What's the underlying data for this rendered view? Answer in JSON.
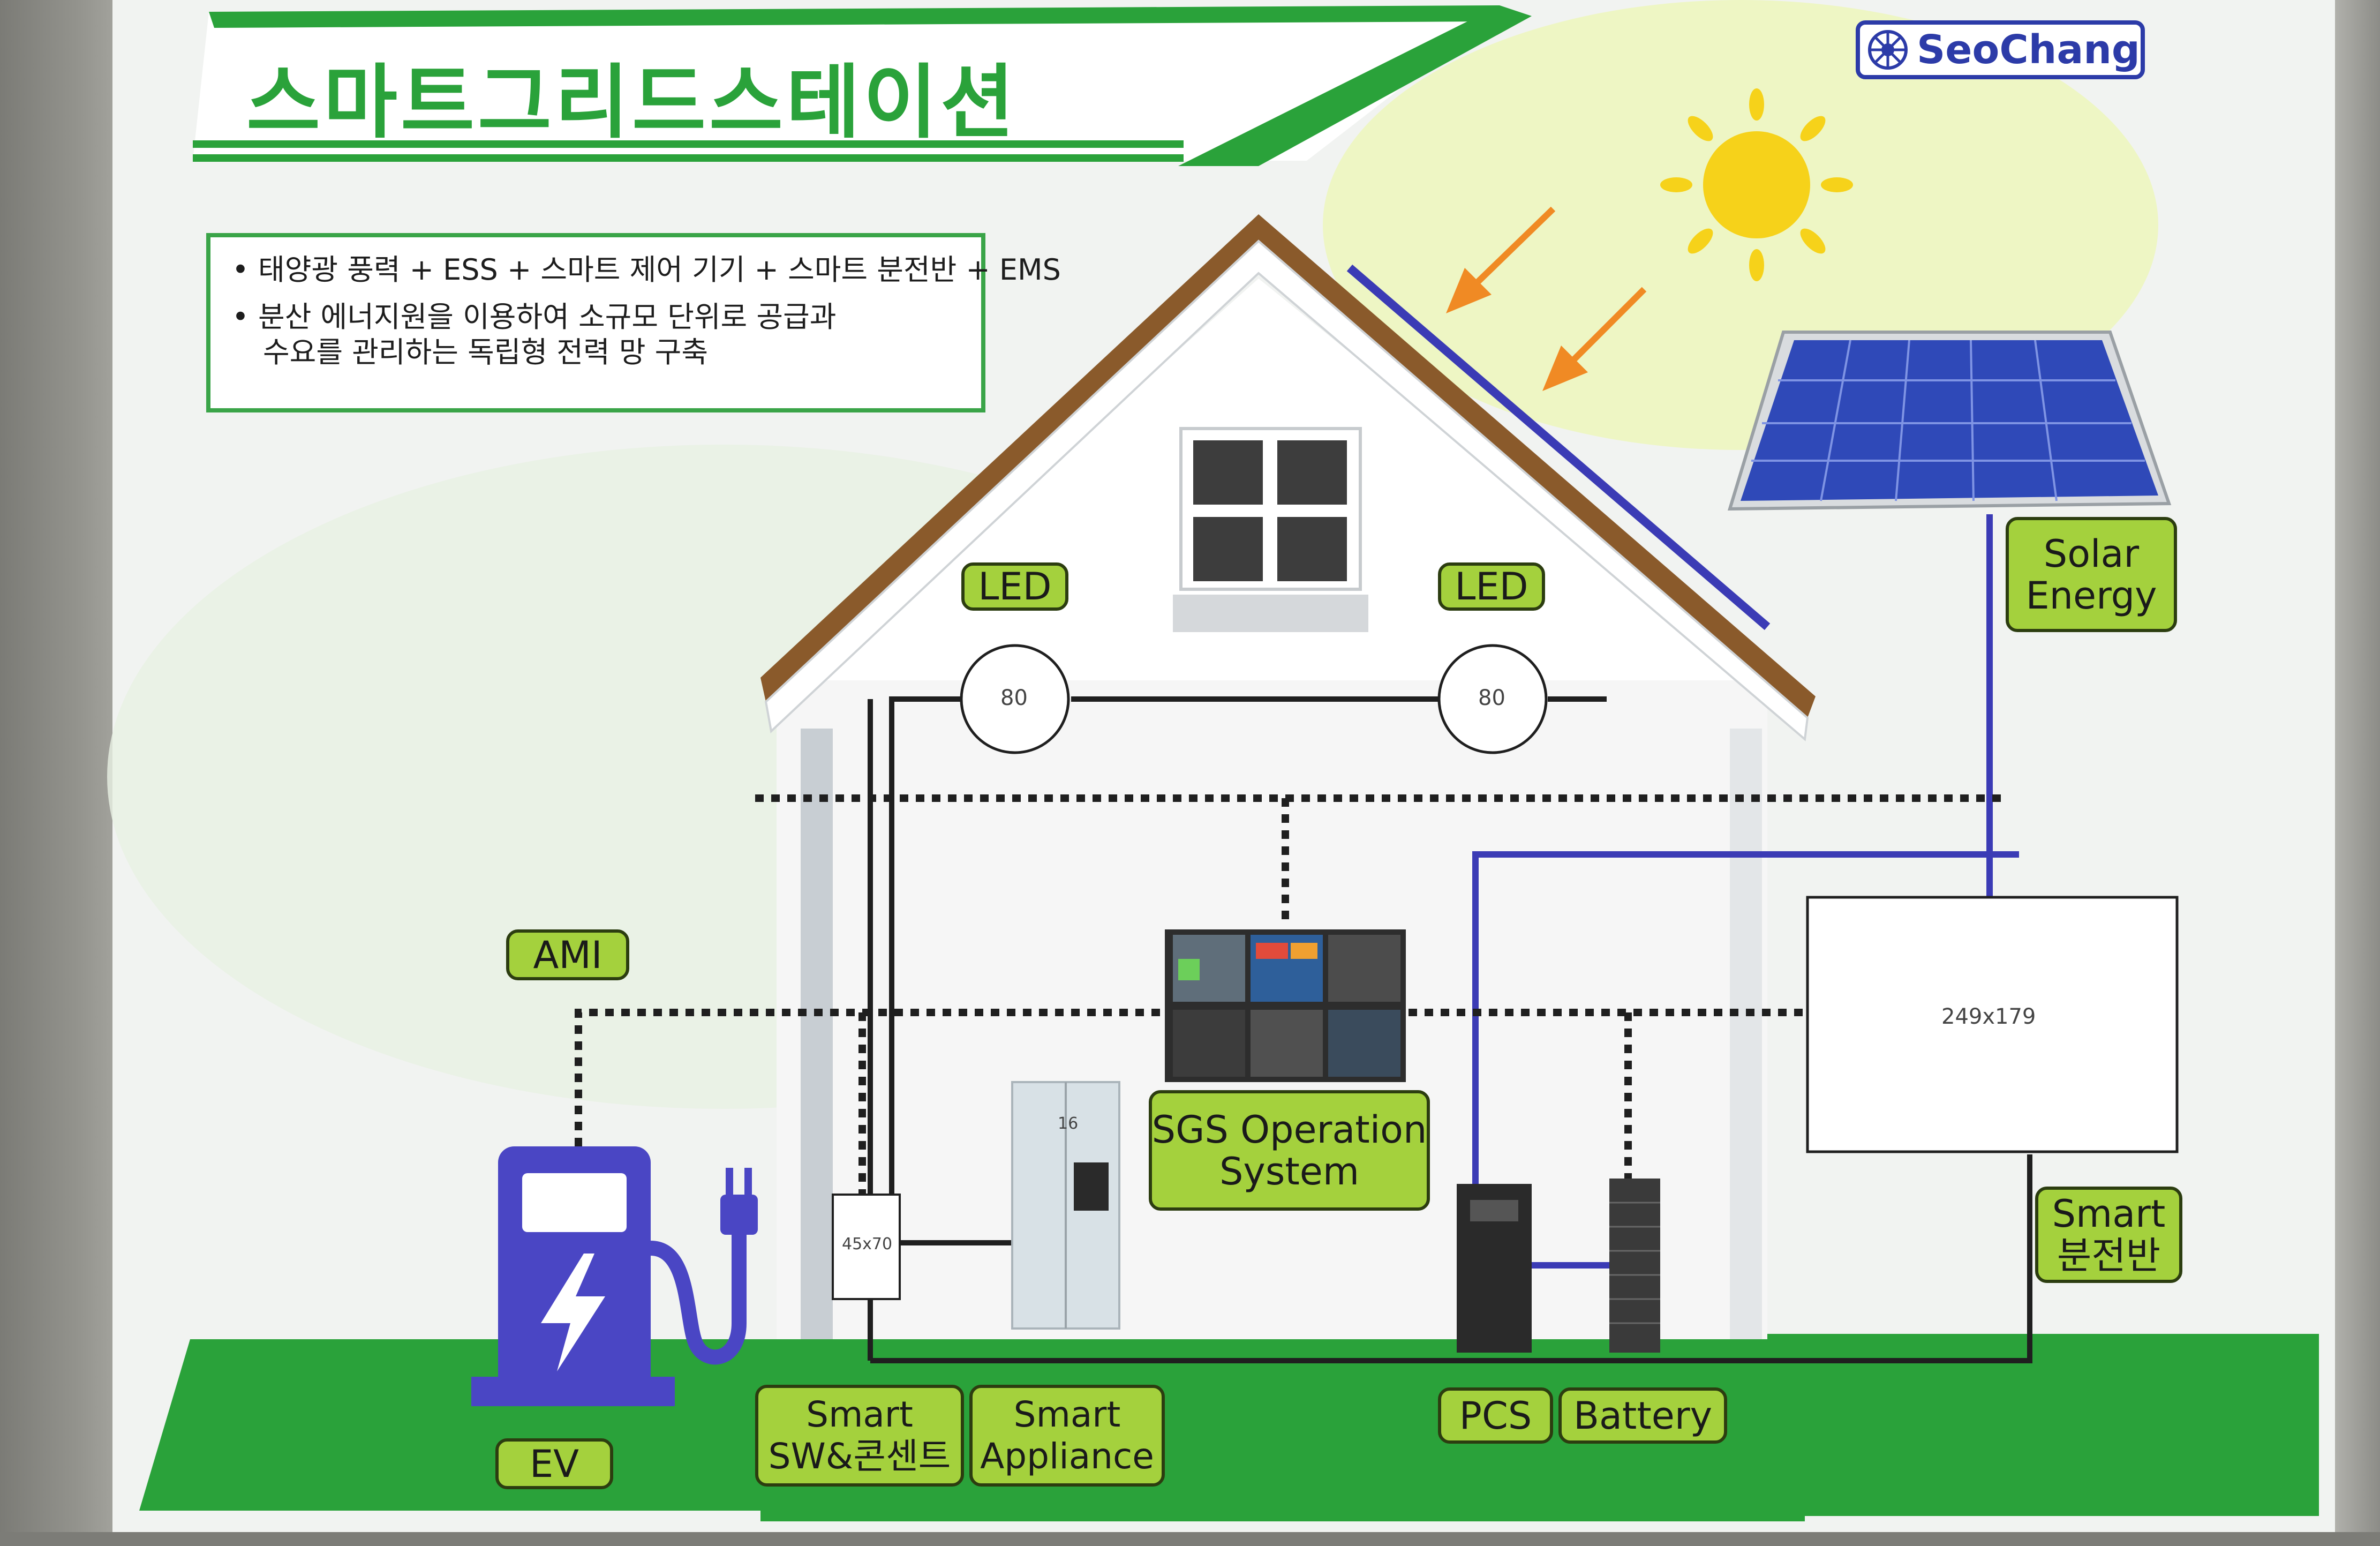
{
  "title": "스마트그리드스테이션",
  "brand": {
    "name": "SeoChang"
  },
  "description": {
    "bullet1": "• 태양광 풍력 + ESS + 스마트 제어 기기 + 스마트 분전반 + EMS",
    "bullet2_line1": "• 분산 에너지원을 이용하여 소규모 단위로 공급과",
    "bullet2_line2": "수요를 관리하는 독립형 전력 망 구축"
  },
  "labels": {
    "led_left": "LED",
    "led_right": "LED",
    "led_left_size": "80",
    "led_right_size": "80",
    "ami": "AMI",
    "ev": "EV",
    "solar_line1": "Solar",
    "solar_line2": "Energy",
    "sgs_line1": "SGS Operation",
    "sgs_line2": "System",
    "smart_panel_line1": "Smart",
    "smart_panel_line2": "분전반",
    "smart_sw_line1": "Smart",
    "smart_sw_line2": "SW&콘센트",
    "smart_appliance_line1": "Smart",
    "smart_appliance_line2": "Appliance",
    "pcs": "PCS",
    "battery": "Battery",
    "panel_box_size": "249x179",
    "switch_box_size": "45x70",
    "fridge_display": "16"
  },
  "colors": {
    "green": "#2aa23a",
    "lime": "#a4d13d",
    "blue": "#3b3bb5",
    "roof": "#8a5a2b",
    "sun": "#f6d21a",
    "arrow": "#f08a24"
  },
  "icons": [
    "sun-icon",
    "solar-panel-icon",
    "ev-charger-icon",
    "lightning-icon",
    "plug-icon",
    "window-icon",
    "logo-icon"
  ]
}
